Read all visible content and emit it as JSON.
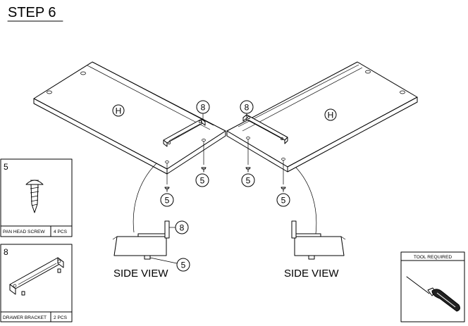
{
  "step": {
    "title": "STEP 6"
  },
  "diagram": {
    "panel_label": "H",
    "side_view_label": "SIDE VIEW",
    "callouts": {
      "bracket": "8",
      "screw": "5"
    }
  },
  "parts": [
    {
      "number": "5",
      "name": "PAN HEAD SCREW",
      "qty": "4 PCS"
    },
    {
      "number": "8",
      "name": "DRAWER BRACKET",
      "qty": "2 PCS"
    }
  ],
  "tools": {
    "title": "TOOL REQUIRED",
    "icon": "screwdriver-icon"
  }
}
